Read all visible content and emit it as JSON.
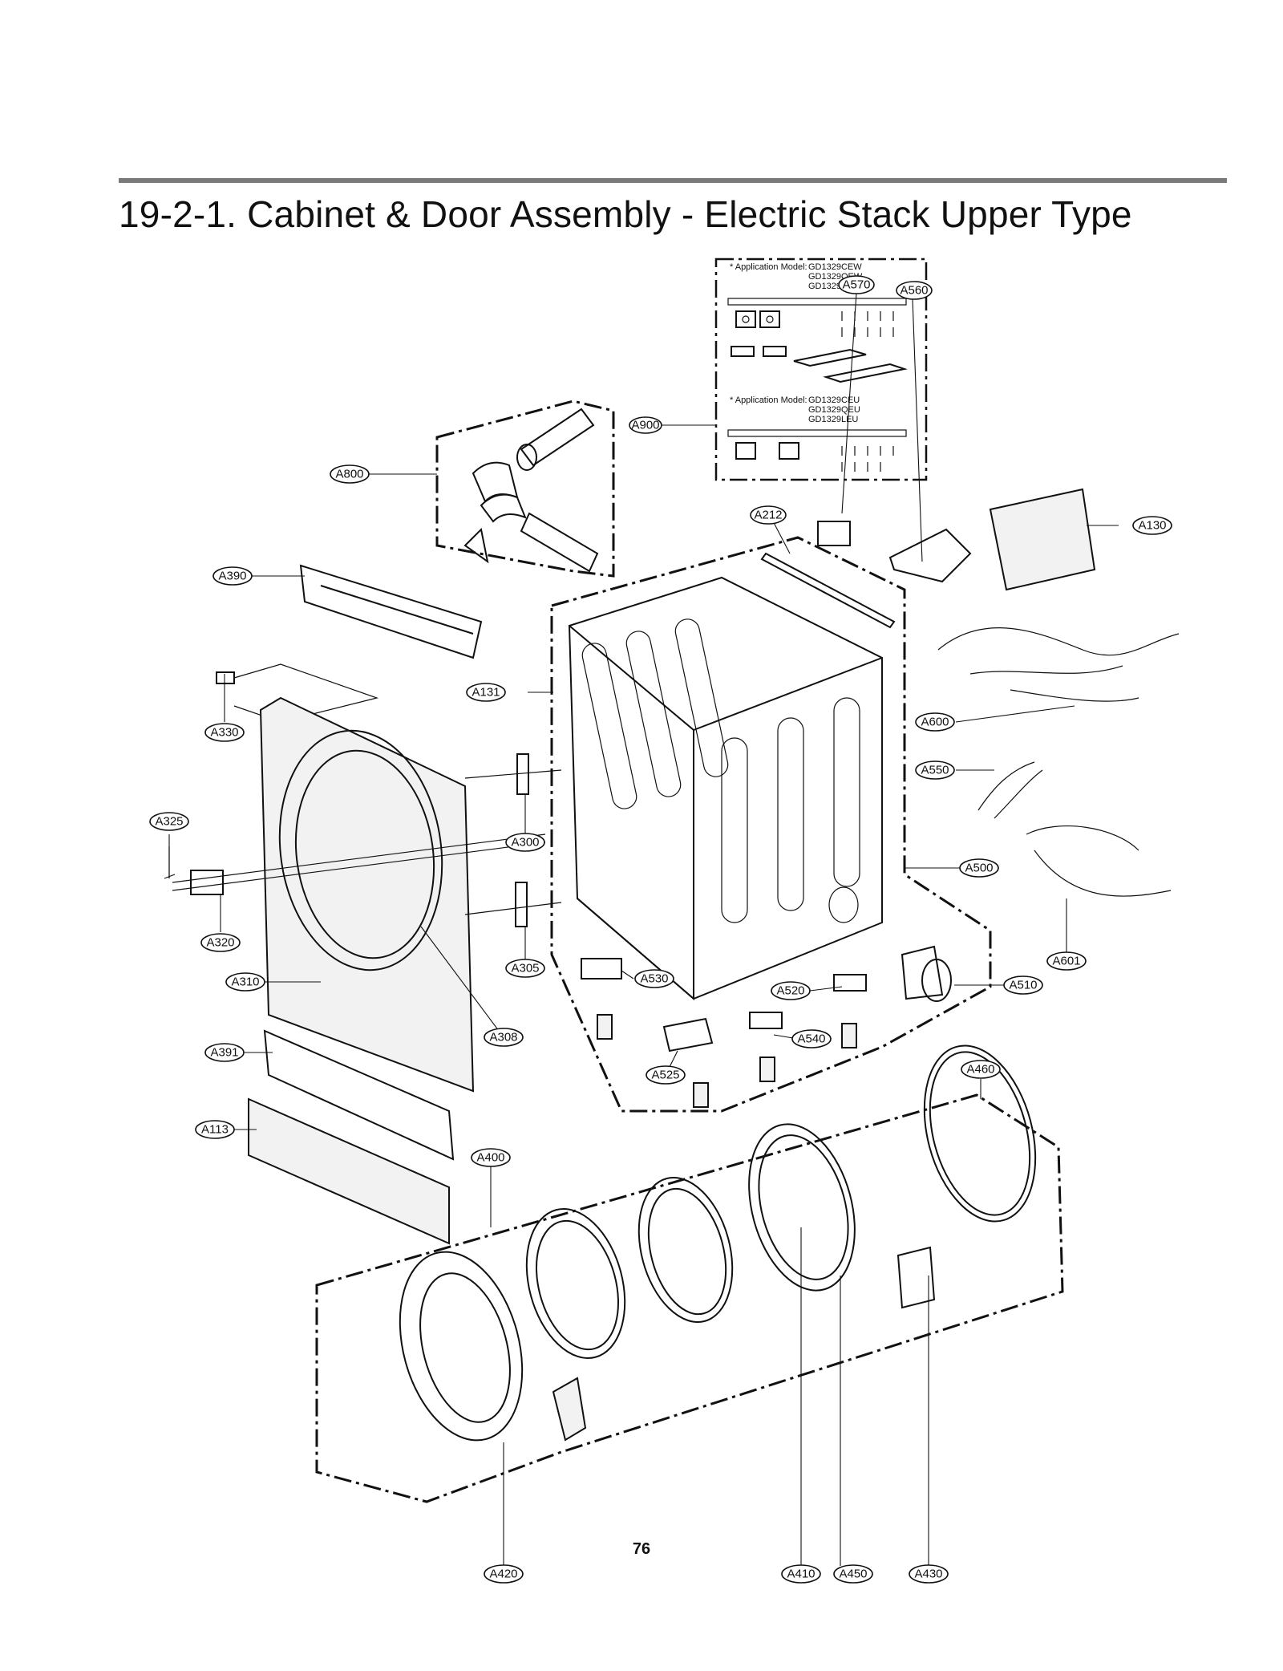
{
  "title": "19-2-1. Cabinet & Door Assembly - Electric Stack Upper Type",
  "page_number": "76",
  "inset": {
    "group1": {
      "heading": "* Application Model:",
      "models": [
        "GD1329CEW",
        "GD1329QEW",
        "GD1329LEW"
      ]
    },
    "group2": {
      "heading": "* Application Model:",
      "models": [
        "GD1329CEU",
        "GD1329QEU",
        "GD1329LEU"
      ]
    }
  },
  "callouts": {
    "A900": "A900",
    "A800": "A800",
    "A570": "A570",
    "A560": "A560",
    "A212": "A212",
    "A130": "A130",
    "A390": "A390",
    "A131": "A131",
    "A330": "A330",
    "A600": "A600",
    "A550": "A550",
    "A325": "A325",
    "A300": "A300",
    "A500": "A500",
    "A320": "A320",
    "A305": "A305",
    "A601": "A601",
    "A310": "A310",
    "A530": "A530",
    "A520": "A520",
    "A510": "A510",
    "A308": "A308",
    "A540": "A540",
    "A391": "A391",
    "A525": "A525",
    "A460": "A460",
    "A113": "A113",
    "A400": "A400",
    "A420": "A420",
    "A410": "A410",
    "A450": "A450",
    "A430": "A430"
  }
}
